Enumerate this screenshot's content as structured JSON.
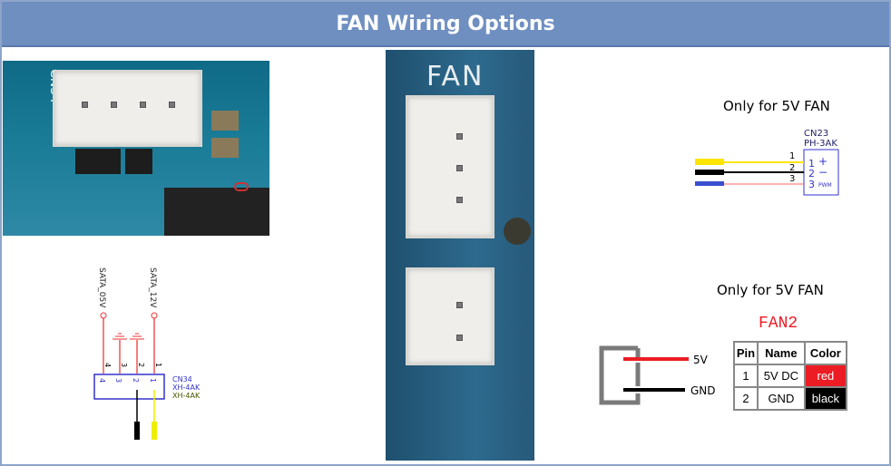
{
  "title": "FAN Wiring Options",
  "photo1": {
    "label": "CN34"
  },
  "photo2": {
    "label": "FAN"
  },
  "left_schematic": {
    "net1": "SATA_05V",
    "net2": "SATA_12V",
    "pins_top": [
      "4",
      "3",
      "2",
      "1"
    ],
    "pins_box": [
      "4",
      "3",
      "2",
      "1"
    ],
    "ref": "CN34",
    "part1": "XH-4AK",
    "part2": "XH-4AK"
  },
  "right_top": {
    "caption": "Only for 5V FAN",
    "ref": "CN23",
    "part": "PH-3AK",
    "wire_nums": [
      "1",
      "2",
      "3"
    ],
    "pins": [
      "1",
      "2",
      "3"
    ],
    "signals": [
      "+",
      "−",
      "PWM"
    ],
    "wire_colors": [
      "#ffe500",
      "#000000",
      "#3a4fd0"
    ]
  },
  "right_bottom": {
    "caption": "Only for 5V FAN",
    "header": "FAN2",
    "label_5v": "5V",
    "label_gnd": "GND",
    "table": {
      "headers": [
        "Pin",
        "Name",
        "Color"
      ],
      "rows": [
        [
          "1",
          "5V DC",
          "red"
        ],
        [
          "2",
          "GND",
          "black"
        ]
      ]
    }
  },
  "colors": {
    "title_bar": "#6f8fc1",
    "red": "#ec1c24",
    "black": "#000000"
  }
}
